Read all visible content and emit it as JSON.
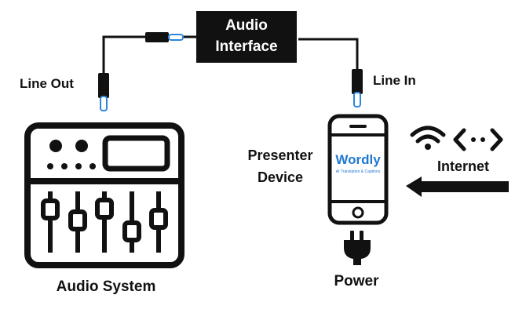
{
  "audio_interface": {
    "line1": "Audio",
    "line2": "Interface"
  },
  "labels": {
    "line_out": "Line Out",
    "line_in": "Line In",
    "presenter_line1": "Presenter",
    "presenter_line2": "Device",
    "internet": "Internet",
    "audio_system": "Audio System",
    "power": "Power"
  },
  "app": {
    "name": "Wordly",
    "tagline": "AI Translation & Captions"
  },
  "icons": [
    "mixer-icon",
    "smartphone-icon",
    "wifi-icon",
    "code-arrows-icon",
    "arrow-left-icon",
    "power-plug-icon",
    "audio-plug-icon"
  ],
  "colors": {
    "ink": "#111111",
    "accent": "#2e86de",
    "wordly_blue": "#1f78d1"
  }
}
